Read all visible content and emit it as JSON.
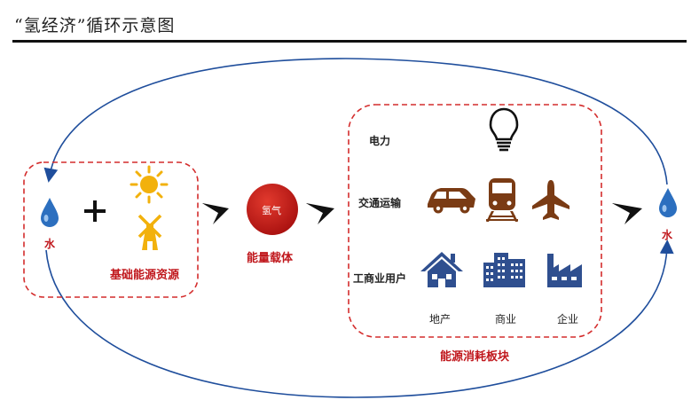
{
  "title": "“氢经济”循环示意图",
  "water_left": "水",
  "water_right": "水",
  "basic_resources": "基础能源资源",
  "hydrogen": "氢气",
  "energy_carrier": "能量载体",
  "consumption_block": "能源消耗板块",
  "rows": {
    "power": "电力",
    "transport": "交通运输",
    "industrial": "工商业用户"
  },
  "sublabels": {
    "real_estate": "地产",
    "commerce": "商业",
    "enterprise": "企业"
  },
  "colors": {
    "blue_loop": "#1f4e9c",
    "icon_navy": "#2f4f8f",
    "icon_brown": "#7a3b14",
    "sun": "#f2b10c",
    "hydrogen_red": "#c0171c",
    "dash_red": "#d42d2d"
  }
}
